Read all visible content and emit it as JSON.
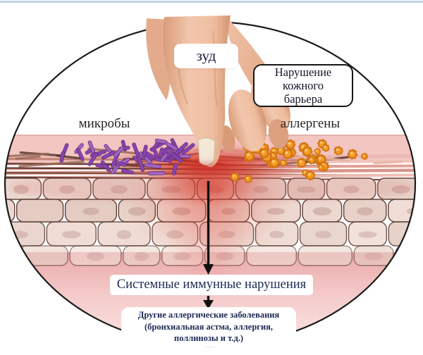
{
  "diagram": {
    "labels": {
      "itch": "зуд",
      "barrier_lines": [
        "Нарушение",
        "кожного",
        "барьера"
      ],
      "microbes": "микробы",
      "allergens": "аллергены",
      "systemic": "Системные иммунные нарушения",
      "other_lines": [
        "Другие аллергические заболевания",
        "(бронхиальная астма, аллергия,",
        "поллинозы и т.д.)"
      ]
    },
    "colors": {
      "microbe": "#8a44ad",
      "microbe_light": "#a266c4",
      "microbe_stroke": "#63307f",
      "allergen": "#f49b26",
      "allergen_stroke": "#c4660e",
      "allergen_highlight": "#ffd28a",
      "inflammation": "#d12a1e",
      "outline": "#1b1b1b",
      "text_navy": "#1d2a55",
      "top_border": "#c5d2ee",
      "cell_stroke": "#5f4038",
      "skin_band": "#f3c6c2"
    }
  }
}
